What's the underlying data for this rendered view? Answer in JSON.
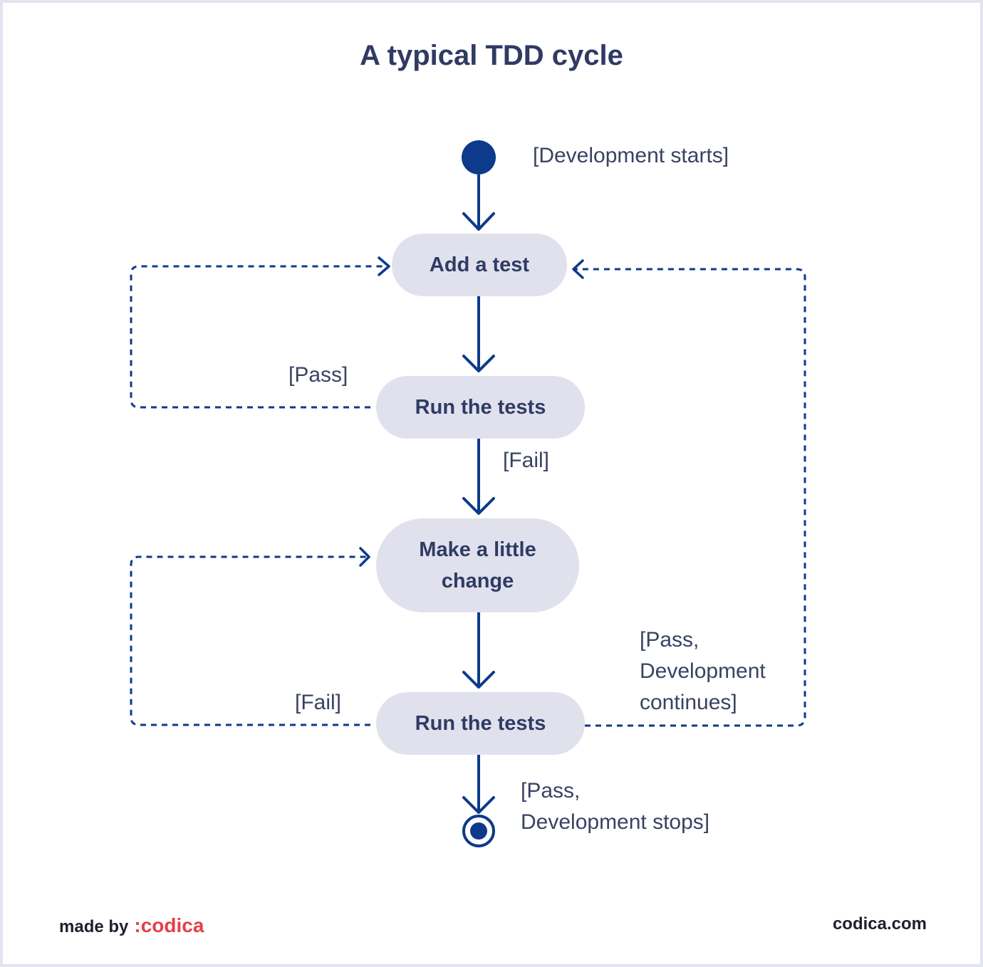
{
  "title": "A typical TDD cycle",
  "nodes": {
    "add_test": "Add a test",
    "run_tests_1": "Run the tests",
    "make_change": "Make a little change",
    "run_tests_2": "Run the tests"
  },
  "labels": {
    "development_starts": "[Development starts]",
    "pass_1": "[Pass]",
    "fail_1": "[Fail]",
    "fail_2": "[Fail]",
    "pass_continues": "[Pass,\nDevelopment\ncontinues]",
    "pass_stops": "[Pass,\nDevelopment stops]"
  },
  "footer": {
    "made_by": "made by",
    "brand": ":codica",
    "site": "codica.com"
  },
  "colors": {
    "accent": "#0d3a8a",
    "node_fill": "#e1e1ee",
    "brand_red": "#e53f4b",
    "text": "#2f3b63"
  }
}
